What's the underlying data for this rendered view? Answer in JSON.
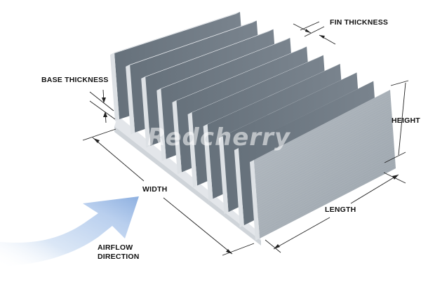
{
  "diagram": {
    "subject": "Extruded aluminum heatsink with parallel fins",
    "fin_count": 10,
    "watermark": "Redcherry",
    "labels": {
      "fin_thickness": "FIN THICKNESS",
      "base_thickness": "BASE THICKNESS",
      "height": "HEIGHT",
      "width": "WIDTH",
      "length": "LENGTH",
      "airflow_line1": "AIRFLOW",
      "airflow_line2": "DIRECTION"
    },
    "colors": {
      "fin_face_dark": "#6f7a84",
      "fin_face_front": "#a9b1b9",
      "fin_edge": "#e4e8ec",
      "base": "#d9dde2",
      "arrow_blue": "#8fb2e0",
      "dimension_line": "#222222",
      "text": "#111111"
    }
  }
}
